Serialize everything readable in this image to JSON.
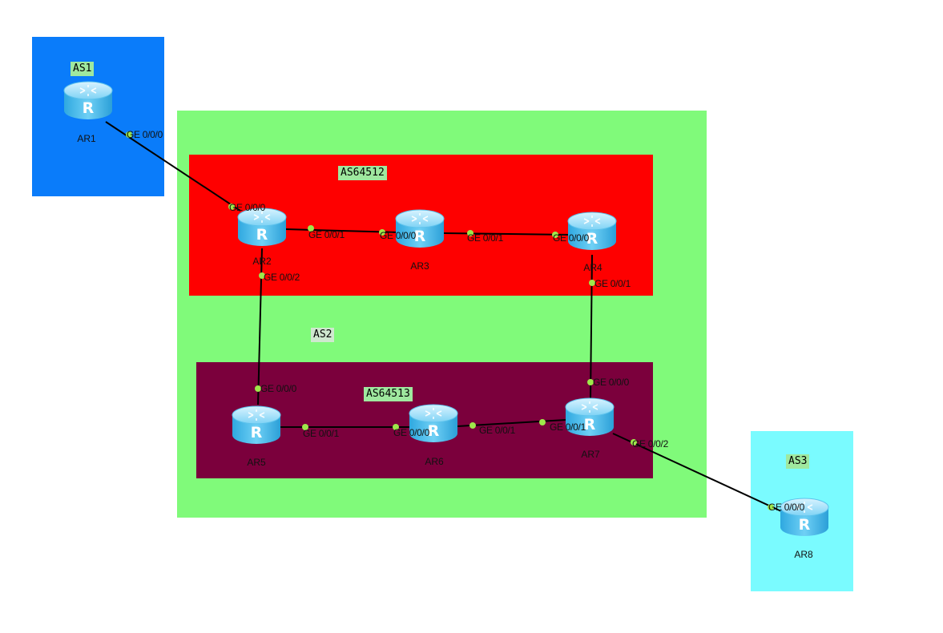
{
  "areas": [
    {
      "id": "as1",
      "label": "AS1",
      "fill": "#0a7cfa",
      "label_bg": "#9fe89f"
    },
    {
      "id": "as2",
      "label": "AS2",
      "fill": "#80fa7a",
      "label_bg": "#cfe8cf"
    },
    {
      "id": "as64512",
      "label": "AS64512",
      "fill": "#fe0000",
      "label_bg": "#9fe89f"
    },
    {
      "id": "as64513",
      "label": "AS64513",
      "fill": "#7b003c",
      "label_bg": "#9fe89f"
    },
    {
      "id": "as3",
      "label": "AS3",
      "fill": "#7afbff",
      "label_bg": "#9fe89f"
    }
  ],
  "routers": [
    "AR1",
    "AR2",
    "AR3",
    "AR4",
    "AR5",
    "AR6",
    "AR7",
    "AR8"
  ],
  "ports": {
    "ar1_ge000": "GE 0/0/0",
    "ar2_ge000": "GE 0/0/0",
    "ar2_ge001": "GE 0/0/1",
    "ar2_ge002": "GE 0/0/2",
    "ar3_ge000": "GE 0/0/0",
    "ar3_ge001": "GE 0/0/1",
    "ar4_ge000": "GE 0/0/0",
    "ar4_ge001": "GE 0/0/1",
    "ar5_ge000": "GE 0/0/0",
    "ar5_ge001": "GE 0/0/1",
    "ar6_ge000": "GE 0/0/0",
    "ar6_ge001": "GE 0/0/1",
    "ar7_ge000": "GE 0/0/0",
    "ar7_ge001": "GE 0/0/1",
    "ar7_ge002": "GE 0/0/2",
    "ar8_ge000": "GE 0/0/0"
  },
  "colors": {
    "link": "#000000",
    "port_dot": "#9ee84a",
    "router_body": "#3fb6e8"
  },
  "icons": {
    "router": "router-icon"
  }
}
